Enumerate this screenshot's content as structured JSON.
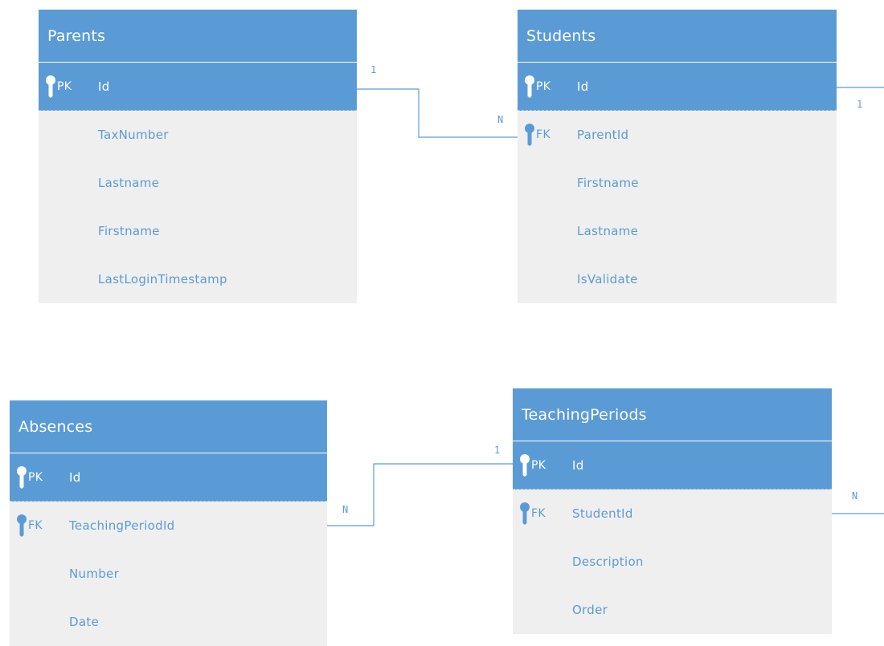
{
  "tables": [
    {
      "id": "parents",
      "name": "Parents",
      "fields": [
        {
          "key": "PK",
          "name": "Id"
        },
        {
          "key": "",
          "name": "TaxNumber"
        },
        {
          "key": "",
          "name": "Lastname"
        },
        {
          "key": "",
          "name": "Firstname"
        },
        {
          "key": "",
          "name": "LastLoginTimestamp"
        }
      ]
    },
    {
      "id": "students",
      "name": "Students",
      "fields": [
        {
          "key": "PK",
          "name": "Id"
        },
        {
          "key": "FK",
          "name": "ParentId"
        },
        {
          "key": "",
          "name": "Firstname"
        },
        {
          "key": "",
          "name": "Lastname"
        },
        {
          "key": "",
          "name": "IsValidate"
        }
      ]
    },
    {
      "id": "absences",
      "name": "Absences",
      "fields": [
        {
          "key": "PK",
          "name": "Id"
        },
        {
          "key": "FK",
          "name": "TeachingPeriodId"
        },
        {
          "key": "",
          "name": "Number"
        },
        {
          "key": "",
          "name": "Date"
        }
      ]
    },
    {
      "id": "teaching-periods",
      "name": "TeachingPeriods",
      "fields": [
        {
          "key": "PK",
          "name": "Id"
        },
        {
          "key": "FK",
          "name": "StudentId"
        },
        {
          "key": "",
          "name": "Description"
        },
        {
          "key": "",
          "name": "Order"
        }
      ]
    }
  ],
  "relationships": [
    {
      "from": "parents",
      "from_card": "1",
      "to": "students",
      "to_card": "N"
    },
    {
      "from": "students",
      "from_card": "1",
      "to": "teaching-periods",
      "to_card": "N"
    },
    {
      "from": "teaching-periods",
      "from_card": "1",
      "to": "absences",
      "to_card": "N"
    }
  ],
  "colors": {
    "header": "#5b9bd5",
    "body": "#efefef",
    "text": "#5b9bd5",
    "connector": "#5b9bd5"
  },
  "icons": {
    "key": "key-icon"
  }
}
